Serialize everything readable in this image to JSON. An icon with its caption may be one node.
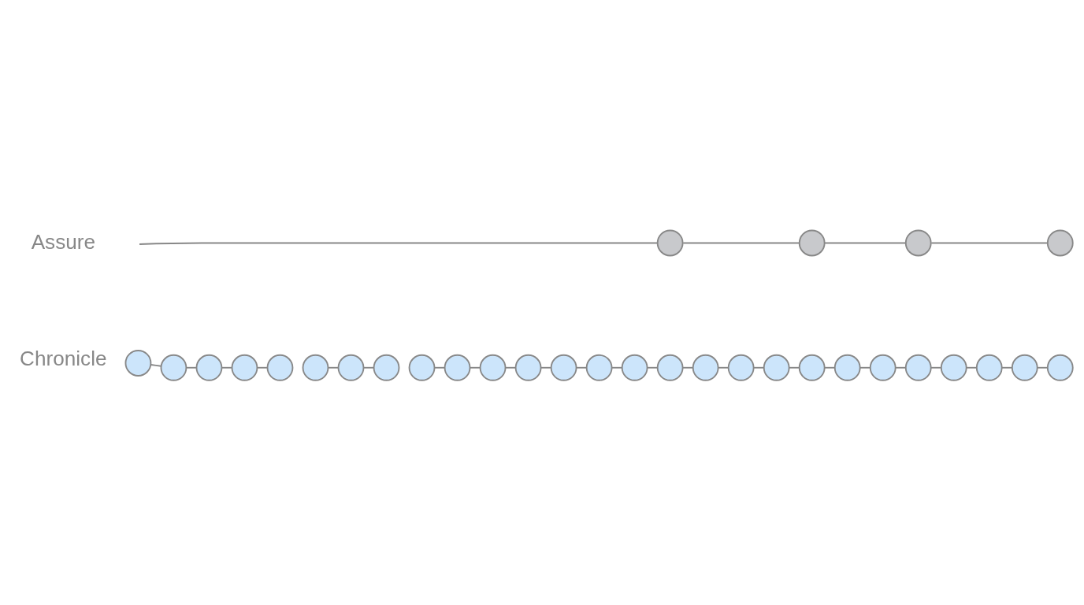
{
  "diagram": {
    "nodes": [
      {
        "text": [],
        "shape": "circle"
      },
      {
        "text": [],
        "shape": "circle"
      },
      {
        "text": [],
        "shape": "circle"
      },
      {
        "text": [],
        "shape": "circle"
      },
      {
        "text": [],
        "shape": "circle"
      },
      {
        "text": [],
        "shape": "circle"
      },
      {
        "text": [],
        "shape": "circle"
      },
      {
        "text": [],
        "shape": "circle"
      },
      {
        "text": [],
        "shape": "circle"
      },
      {
        "text": [],
        "shape": "circle"
      },
      {
        "text": [],
        "shape": "circle"
      },
      {
        "text": [],
        "shape": "circle"
      },
      {
        "text": [],
        "shape": "circle"
      },
      {
        "text": [],
        "shape": "circle"
      },
      {
        "text": [],
        "shape": "circle"
      },
      {
        "text": [],
        "shape": "circle"
      },
      {
        "text": [],
        "shape": "circle"
      },
      {
        "text": [],
        "shape": "circle"
      },
      {
        "text": [],
        "shape": "circle"
      },
      {
        "text": [],
        "shape": "circle"
      },
      {
        "text": [],
        "shape": "circle"
      },
      {
        "text": [],
        "shape": "circle"
      },
      {
        "text": [],
        "shape": "circle"
      },
      {
        "text": [],
        "shape": "circle"
      },
      {
        "text": [],
        "shape": "circle"
      },
      {
        "text": [],
        "shape": "circle"
      },
      {
        "text": [],
        "shape": "circle"
      },
      {
        "text": [],
        "shape": "circle"
      },
      {
        "text": [],
        "shape": "circle"
      },
      {
        "text": [],
        "shape": "circle"
      },
      {
        "text": [],
        "shape": "circle"
      }
    ],
    "edges": [
      {
        "from": null,
        "to": 0,
        "arrow": "none"
      },
      {
        "from": 0,
        "to": 1,
        "arrow": "none"
      },
      {
        "from": 1,
        "to": 2,
        "arrow": "none"
      },
      {
        "from": 2,
        "to": 3,
        "arrow": "none"
      },
      {
        "from": 4,
        "to": 5,
        "arrow": "none"
      },
      {
        "from": 5,
        "to": 6,
        "arrow": "none"
      },
      {
        "from": 6,
        "to": 7,
        "arrow": "none"
      },
      {
        "from": 7,
        "to": 8,
        "arrow": "none"
      },
      {
        "from": 9,
        "to": 10,
        "arrow": "none"
      },
      {
        "from": 10,
        "to": 11,
        "arrow": "none"
      },
      {
        "from": 12,
        "to": 13,
        "arrow": "none"
      },
      {
        "from": 13,
        "to": 14,
        "arrow": "none"
      },
      {
        "from": 14,
        "to": 15,
        "arrow": "none"
      },
      {
        "from": 15,
        "to": 16,
        "arrow": "none"
      },
      {
        "from": 16,
        "to": 17,
        "arrow": "none"
      },
      {
        "from": 17,
        "to": 18,
        "arrow": "none"
      },
      {
        "from": 18,
        "to": 19,
        "arrow": "none"
      },
      {
        "from": 19,
        "to": 20,
        "arrow": "none"
      },
      {
        "from": 20,
        "to": 21,
        "arrow": "none"
      },
      {
        "from": 21,
        "to": 22,
        "arrow": "none"
      },
      {
        "from": 22,
        "to": 23,
        "arrow": "none"
      },
      {
        "from": 23,
        "to": 24,
        "arrow": "none"
      },
      {
        "from": 24,
        "to": 25,
        "arrow": "none"
      },
      {
        "from": 25,
        "to": 26,
        "arrow": "none"
      },
      {
        "from": 26,
        "to": 27,
        "arrow": "none"
      },
      {
        "from": 27,
        "to": 28,
        "arrow": "none"
      },
      {
        "from": 28,
        "to": 29,
        "arrow": "none"
      },
      {
        "from": 29,
        "to": 30,
        "arrow": "none"
      }
    ],
    "labels": [
      "Assure",
      "Chronicle"
    ]
  }
}
